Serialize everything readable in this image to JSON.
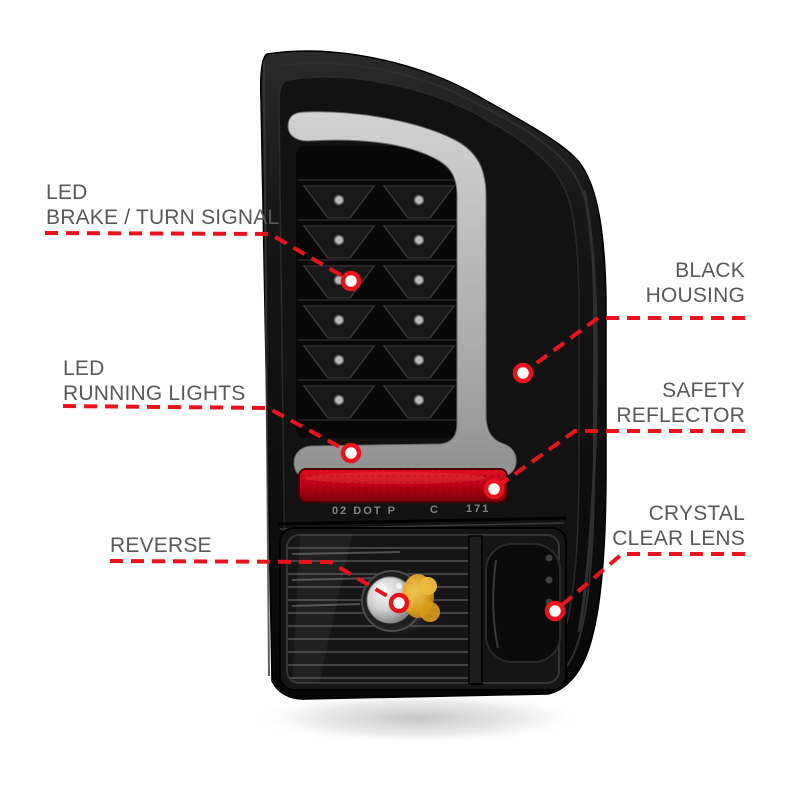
{
  "meta": {
    "background_color": "#ffffff",
    "accent_red": "#e9141b",
    "label_text_color": "#58595b"
  },
  "callouts": {
    "brake": {
      "line1": "LED",
      "line2": "BRAKE / TURN SIGNAL"
    },
    "housing": {
      "line1": "BLACK",
      "line2": "HOUSING"
    },
    "running": {
      "line1": "LED",
      "line2": "RUNNING LIGHTS"
    },
    "reflector": {
      "line1": "SAFETY",
      "line2": "REFLECTOR"
    },
    "reverse": {
      "line1": "REVERSE"
    },
    "lens": {
      "line1": "CRYSTAL",
      "line2": "CLEAR LENS"
    }
  },
  "product": {
    "stamp_left": "02 DOT P",
    "stamp_mid": "C",
    "stamp_right": "171",
    "housing_color": "#111111",
    "light_bar_color": "#bfbfbf",
    "reflector_color": "#bb0014",
    "reverse_bulb_amber": "#e3a422"
  }
}
